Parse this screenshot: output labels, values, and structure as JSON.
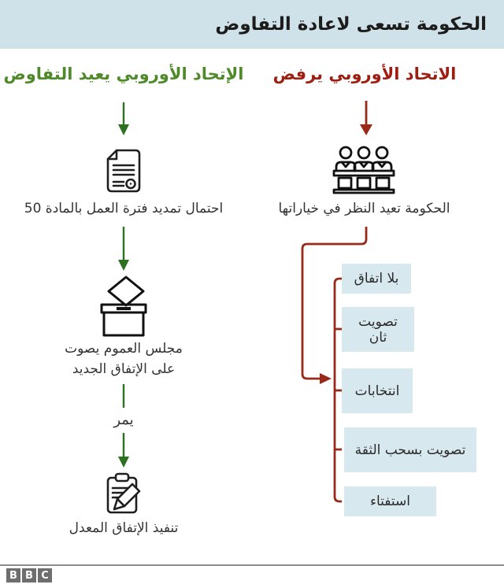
{
  "header": {
    "title": "الحكومة تسعى لاعادة التفاوض"
  },
  "left_column": {
    "title": "الإتحاد الأوروبي يعيد التفاوض",
    "step1_label": "احتمال تمديد فترة العمل بالمادة 50",
    "step2_label": "مجلس العموم يصوت على الإتفاق الجديد",
    "pass_label": "يمر",
    "step3_label": "تنفيذ الإتفاق المعدل",
    "icons": [
      "document-seal-icon",
      "ballot-box-icon",
      "clipboard-pencil-icon"
    ]
  },
  "right_column": {
    "title": "الاتحاد الأوروبي يرفض",
    "step1_label": "الحكومة تعيد النظر في خياراتها",
    "icon": "parliament-icon",
    "options": [
      "بلا اتفاق",
      "تصويت ثان",
      "انتخابات",
      "تصويت بسحب الثقة",
      "استفتاء"
    ]
  },
  "footer": {
    "logo_letters": [
      "B",
      "B",
      "C"
    ]
  },
  "colors": {
    "header_bg": "#cfe2ea",
    "option_box_bg": "#d7e8ee",
    "green_title": "#4e8a29",
    "green_arrow": "#2c7120",
    "red_title": "#9e1e12",
    "red_arrow": "#992a1a",
    "icon_stroke": "#1f1f1f",
    "body_text": "#333333",
    "bbc_gray": "#6e6e6e"
  }
}
